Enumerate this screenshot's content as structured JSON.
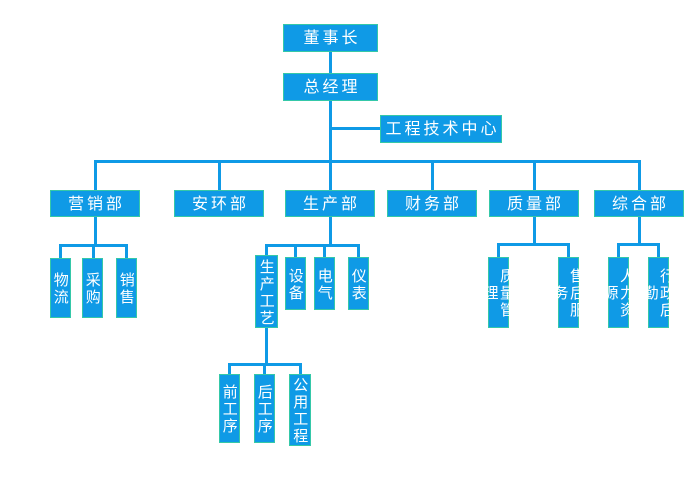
{
  "colors": {
    "node_fill": "#0f9ae6",
    "node_border": "#35c8a8",
    "connector": "#0f9ae6",
    "text": "#ffffff",
    "background": "#ffffff"
  },
  "nodes": {
    "chairman": "董事长",
    "general_manager": "总经理",
    "engineering_center": "工程技术中心",
    "marketing": "营销部",
    "safety_env": "安环部",
    "production": "生产部",
    "finance": "财务部",
    "quality": "质量部",
    "general_affairs": "综合部",
    "logistics": "物流",
    "purchasing": "采购",
    "sales": "销售",
    "production_process": "生产工艺",
    "equipment": "设备",
    "electrical": "电气",
    "instrument": "仪表",
    "quality_management": "质量管理",
    "after_sales": "售后服务",
    "human_resources": "人力资源",
    "admin_logistics": "行政后勤",
    "front_process": "前工序",
    "back_process": "后工序",
    "utilities": "公用工程"
  },
  "hierarchy": {
    "董事长": [
      "总经理"
    ],
    "总经理": [
      "工程技术中心",
      "营销部",
      "安环部",
      "生产部",
      "财务部",
      "质量部",
      "综合部"
    ],
    "营销部": [
      "物流",
      "采购",
      "销售"
    ],
    "生产部": [
      "生产工艺",
      "设备",
      "电气",
      "仪表"
    ],
    "生产工艺": [
      "前工序",
      "后工序",
      "公用工程"
    ],
    "质量部": [
      "质量管理",
      "售后服务"
    ],
    "综合部": [
      "人力资源",
      "行政后勤"
    ]
  }
}
